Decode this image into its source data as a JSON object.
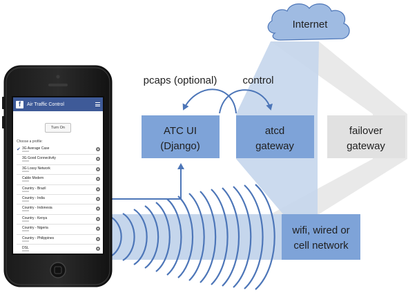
{
  "nodes": {
    "internet": "Internet",
    "atc_ui_line1": "ATC UI",
    "atc_ui_line2": "(Django)",
    "atcd_line1": "atcd",
    "atcd_line2": "gateway",
    "failover_line1": "failover",
    "failover_line2": "gateway",
    "network_line1": "wifi, wired or",
    "network_line2": "cell network"
  },
  "edges": {
    "pcaps": "pcaps (optional)",
    "control": "control"
  },
  "phone": {
    "app_title": "Air Traffic Control",
    "turn_on": "Turn On",
    "choose_profile": "Choose a profile:",
    "profiles": [
      "3G Average Case",
      "3G Good Connectivity",
      "3G Lossy Network",
      "Cable Modem",
      "Country - Brazil",
      "Country - India",
      "Country - Indonesia",
      "Country - Kenya",
      "Country - Nigeria",
      "Country - Philippines",
      "DSL"
    ],
    "selected_index": 0
  },
  "colors": {
    "box_blue": "#7ea3d8",
    "box_grey": "#e1e1e1",
    "band_blue": "#c5d6ec",
    "band_grey": "#e5e5e5",
    "arrow": "#4d76b8",
    "cloud": "#9fbbe2",
    "app_bar": "#3e5a98"
  }
}
